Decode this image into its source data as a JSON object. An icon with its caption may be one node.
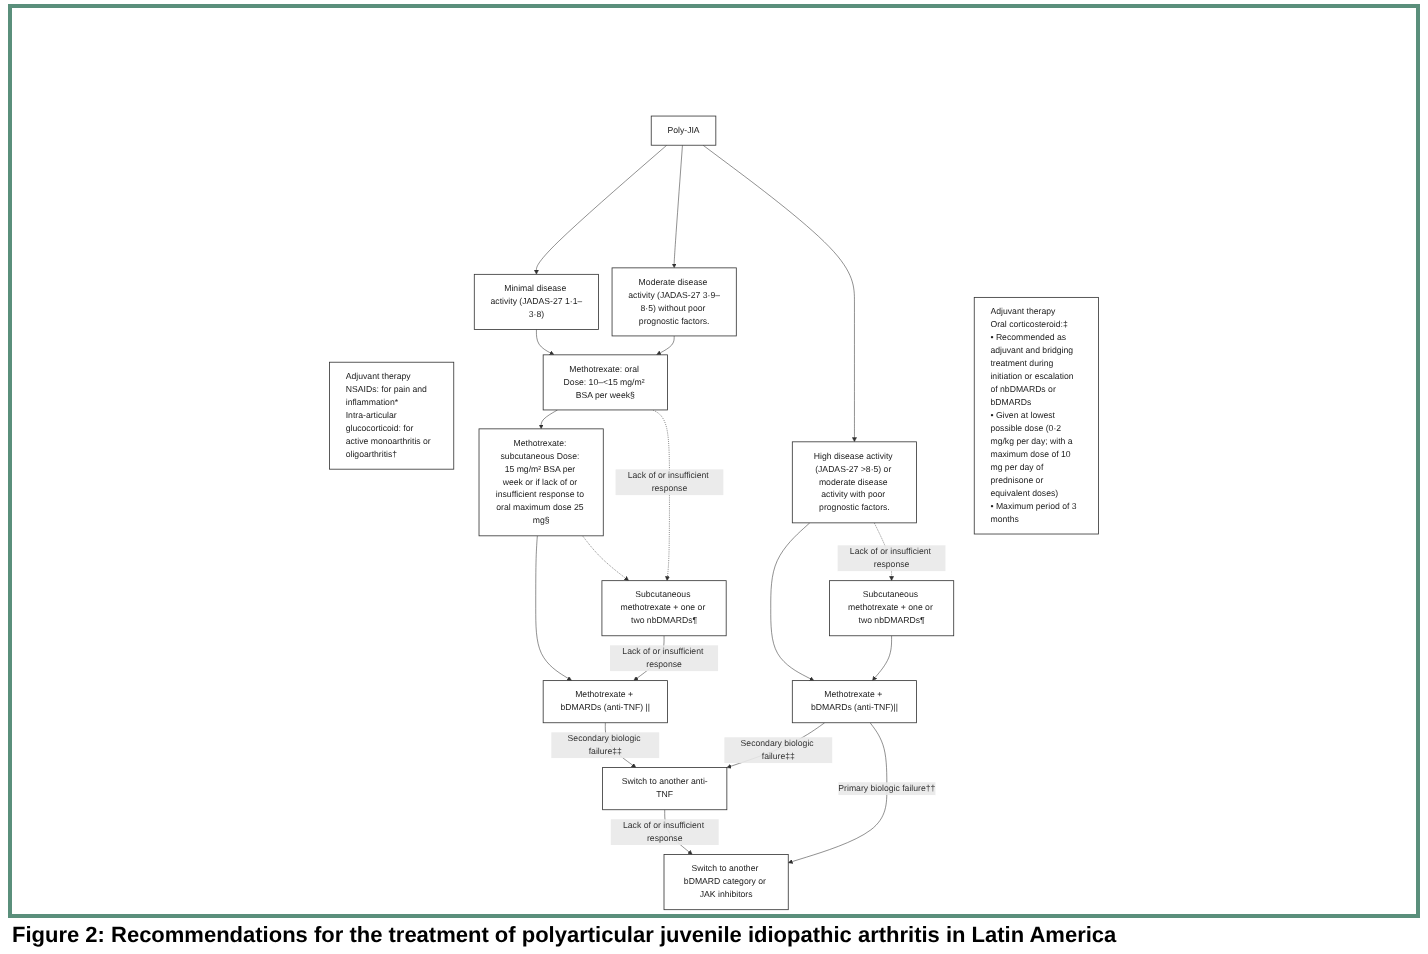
{
  "diagram": {
    "caption": "Figure 2: Recommendations for the treatment of polyarticular juvenile idiopathic arthritis in Latin America",
    "nodes": [
      {
        "text": [
          "Poly-JIA"
        ]
      },
      {
        "text": [
          "Minimal disease activity (JADAS-27 1·1–3·8)"
        ]
      },
      {
        "text": [
          "Moderate disease activity (JADAS-27 3·9–8·5) without poor prognostic factors."
        ]
      },
      {
        "text": [
          "High disease activity (JADAS-27 >8·5) or moderate disease activity with poor prognostic factors."
        ]
      },
      {
        "text": [
          "Methotrexate: oral Dose: 10–<15 mg/m² BSA per week§"
        ]
      },
      {
        "text": [
          "Methotrexate: subcutaneous Dose: 15 mg/m² BSA per week or if lack of or insufficient response to oral maximum dose 25 mg§"
        ]
      },
      {
        "text": [
          "Methotrexate + bDMARDs (anti-TNF)||"
        ]
      },
      {
        "text": [
          "Subcutaneous methotrexate + one or two nbDMARDs¶"
        ]
      },
      {
        "text": [
          "Switch to another anti-TNF"
        ]
      },
      {
        "text": [
          "Switch to another bDMARD category or JAK inhibitors"
        ]
      },
      {
        "text": [
          "Subcutaneous methotrexate + one or two nbDMARDs¶"
        ]
      },
      {
        "text": [
          "Methotrexate + bDMARDs (anti-TNF) ||"
        ]
      },
      {
        "text": [
          "Adjuvant therapy",
          "NSAIDs: for pain and inflammation*",
          "Intra-articular glucocorticoid: for active monoarthritis or oligoarthritis†"
        ]
      },
      {
        "text": [
          "Adjuvant therapy",
          "Oral corticosteroid:‡",
          "• Recommended as adjuvant and bridging treatment during initiation or escalation of nbDMARDs or bDMARDs",
          "• Given at lowest possible dose (0·2 mg/kg per day; with a maximum dose of 10 mg per day of prednisone or equivalent doses)",
          "• Maximum period of 3 months"
        ]
      }
    ],
    "edges": [
      {
        "from": 0,
        "to": 1,
        "arrow": "to"
      },
      {
        "from": 0,
        "to": 2,
        "arrow": "to"
      },
      {
        "from": 0,
        "to": 3,
        "arrow": "to"
      },
      {
        "from": 1,
        "to": 4,
        "arrow": "to"
      },
      {
        "from": 2,
        "to": 4,
        "arrow": "to"
      },
      {
        "from": 4,
        "to": 5,
        "arrow": "to"
      },
      {
        "from": 3,
        "to": 6,
        "arrow": "to"
      },
      {
        "from": 3,
        "to": 7,
        "arrow": "to",
        "style": "dashed",
        "label": "Lack of or insufficient response"
      },
      {
        "from": 7,
        "to": 6,
        "arrow": "to"
      },
      {
        "from": 6,
        "to": 8,
        "arrow": "to",
        "label": "Secondary biologic failure‡‡"
      },
      {
        "from": 6,
        "to": 9,
        "arrow": "to",
        "label": "Primary biologic failure††"
      },
      {
        "from": 8,
        "to": 9,
        "arrow": "to",
        "label": "Lack of or insufficient response"
      },
      {
        "from": 4,
        "to": 10,
        "arrow": "to",
        "style": "dashed",
        "label": "Lack of or insufficient response"
      },
      {
        "from": 5,
        "to": 11,
        "arrow": "to"
      },
      {
        "from": 5,
        "to": 10,
        "arrow": "to",
        "style": "dashed"
      },
      {
        "from": 10,
        "to": 11,
        "arrow": "to",
        "label": "Lack of or insufficient response"
      },
      {
        "from": 11,
        "to": 8,
        "arrow": "to",
        "label": "Secondary biologic failure‡‡"
      }
    ]
  }
}
